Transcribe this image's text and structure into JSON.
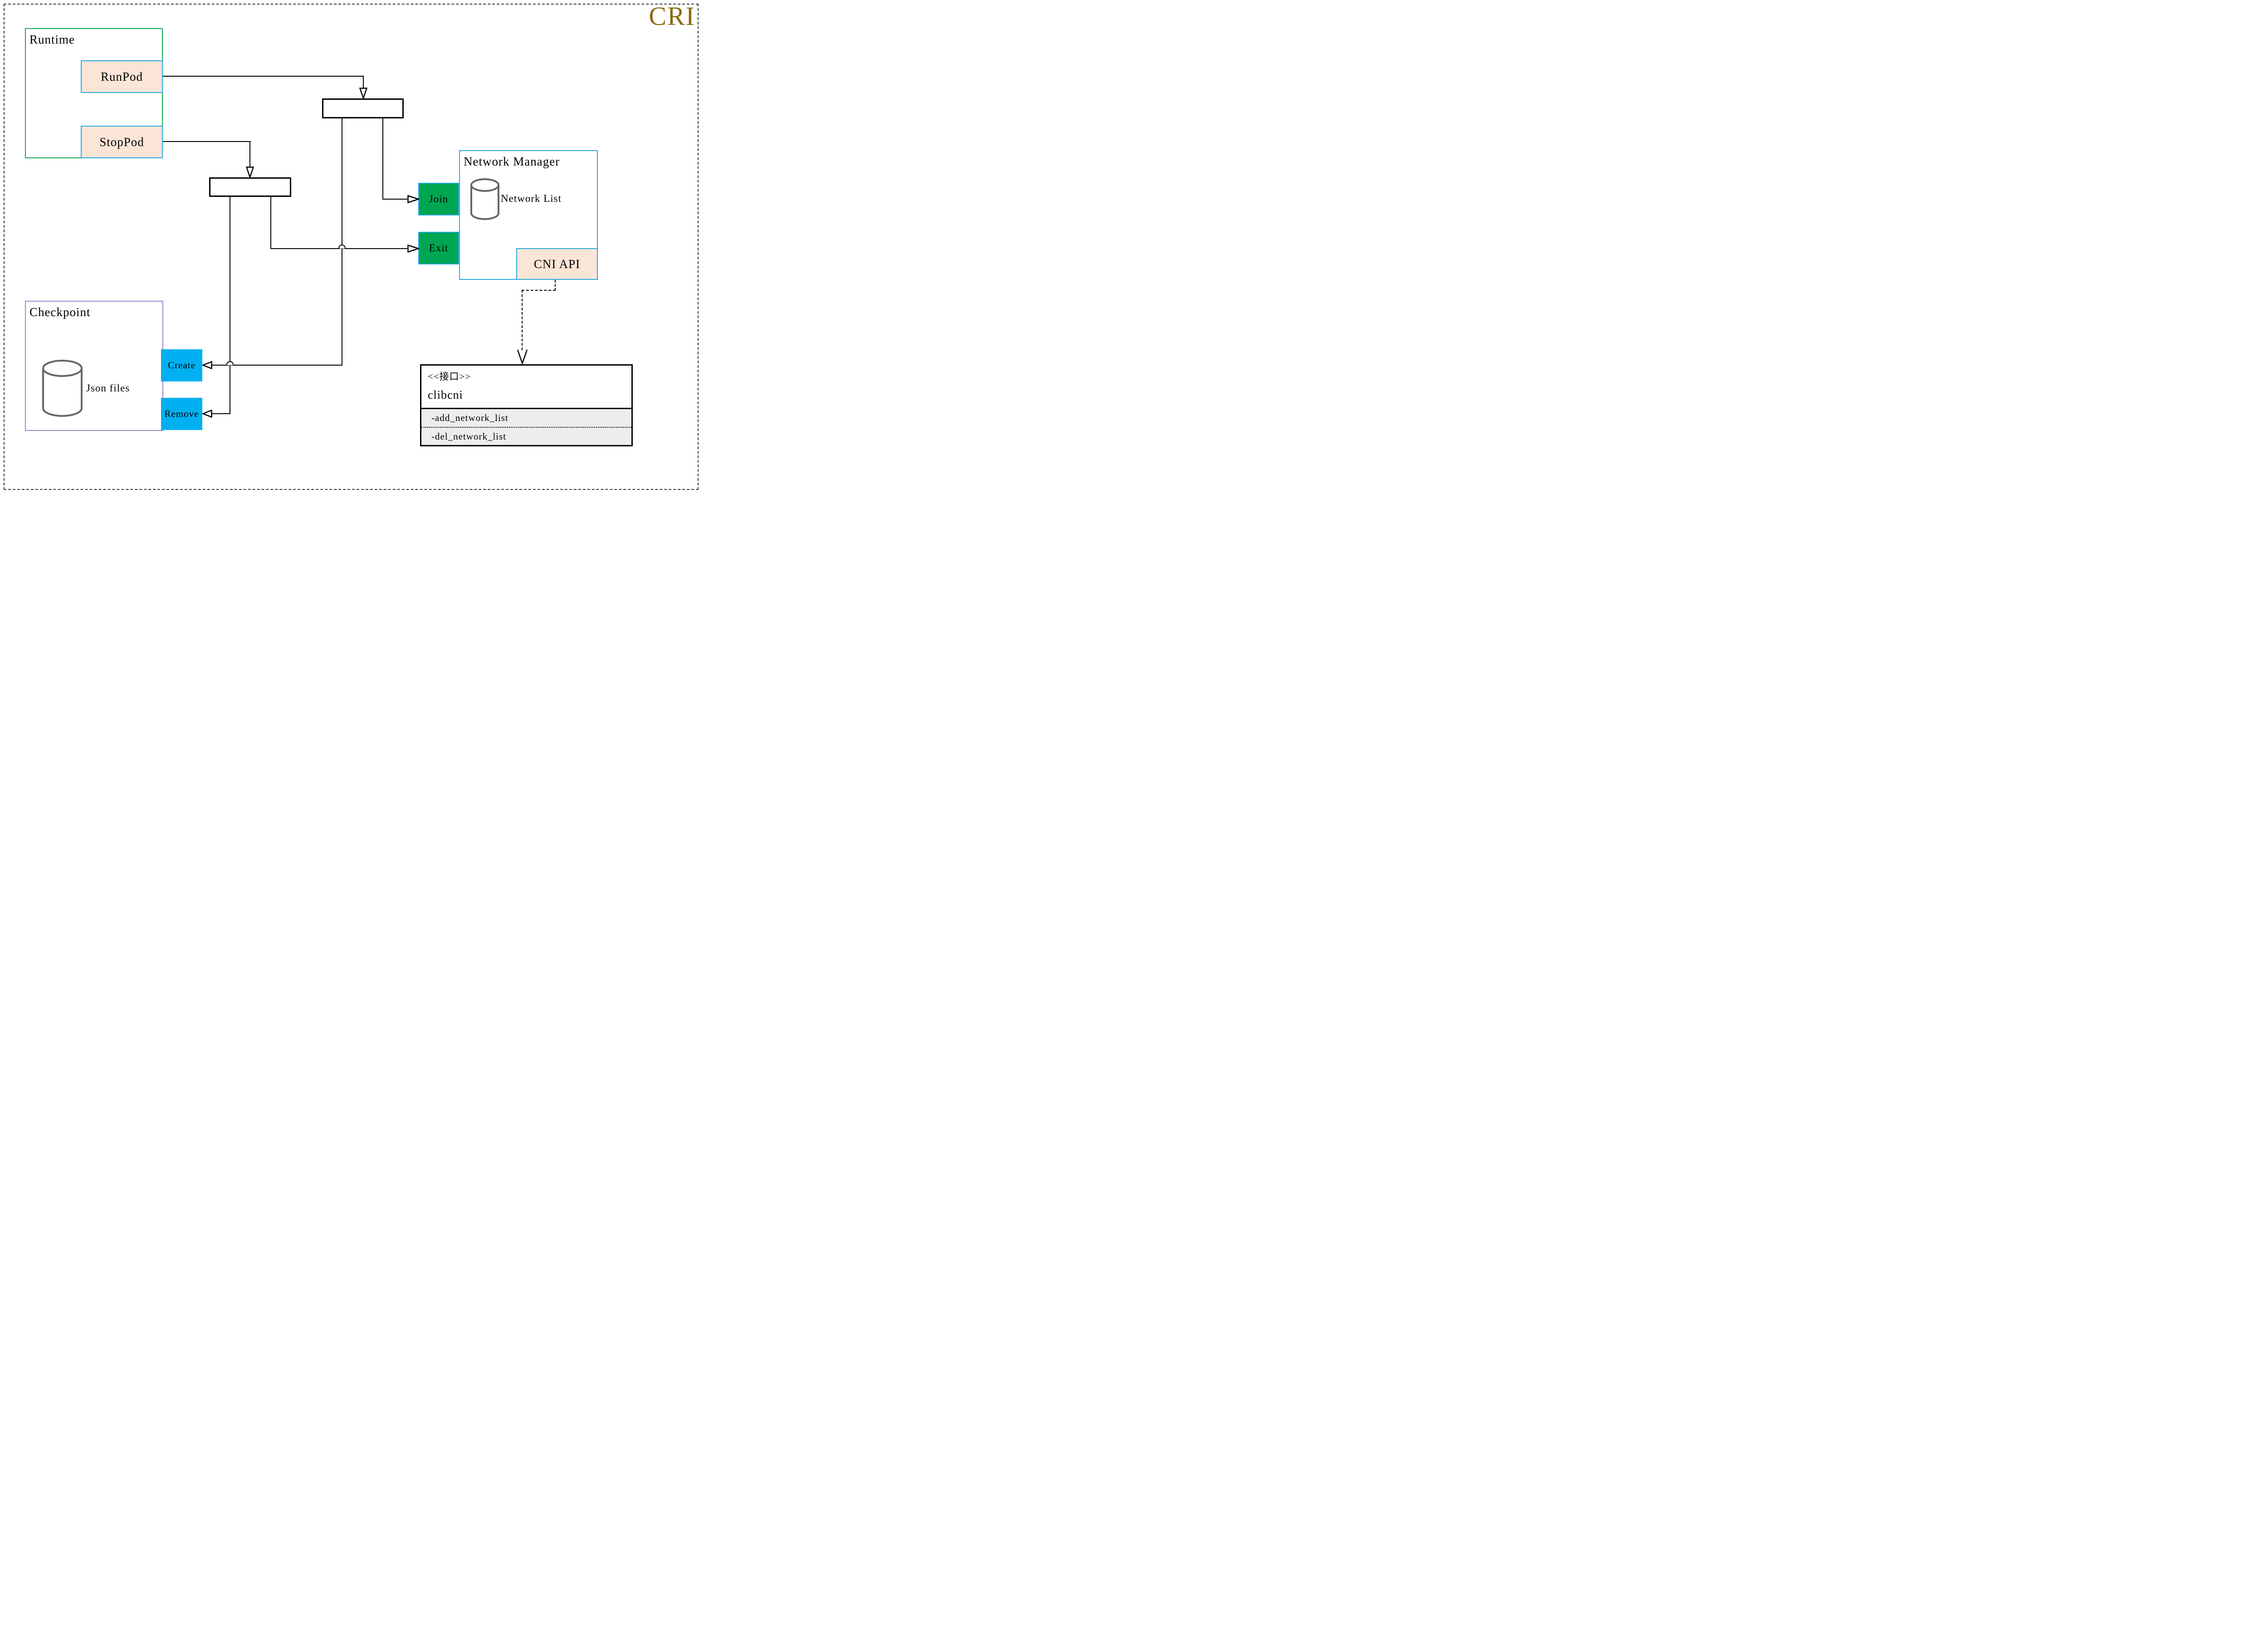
{
  "header": {
    "title": "CRI"
  },
  "runtime": {
    "title": "Runtime",
    "runpod_label": "RunPod",
    "stoppod_label": "StopPod"
  },
  "checkpoint": {
    "title": "Checkpoint",
    "database_label": "Json files",
    "create_label": "Create",
    "remove_label": "Remove"
  },
  "network_manager": {
    "title": "Network Manager",
    "database_label": "Network List",
    "join_label": "Join",
    "exit_label": "Exit",
    "cni_api_label": "CNI API"
  },
  "interface_box": {
    "stereotype": "<<接口>>",
    "name": "clibcni",
    "methods": [
      "-add_network_list",
      "-del_network_list"
    ]
  },
  "colors": {
    "title_gold": "#8A6D15",
    "peach_fill": "#FBE5D6",
    "cyan_border": "#29ABE2",
    "green_fill": "#00A651",
    "blue_fill": "#00B0F0",
    "runtime_border": "#13A75B",
    "checkpoint_border": "#9C8AC9",
    "methods_bg": "#EDEDED",
    "cylinder_stroke": "#666666"
  }
}
